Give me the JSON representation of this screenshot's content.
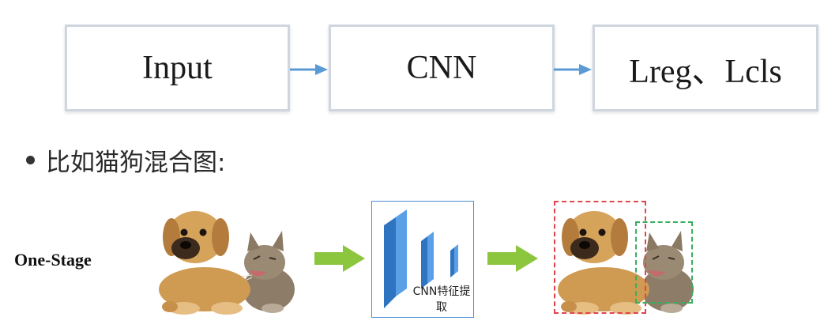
{
  "pipeline": {
    "input_label": "Input",
    "cnn_label": "CNN",
    "loss_label": "Lreg、Lcls"
  },
  "bullet": {
    "text": "比如猫狗混合图:"
  },
  "one_stage": {
    "label": "One-Stage",
    "cnn_caption": "CNN特征提取"
  },
  "colors": {
    "box_border": "#cfd6df",
    "pipeline_arrow": "#5b9bd5",
    "green_arrow": "#8cc63f",
    "cnn_layer": "#3d86d6",
    "dog_box": "#e0454b",
    "cat_box": "#34b05e"
  }
}
